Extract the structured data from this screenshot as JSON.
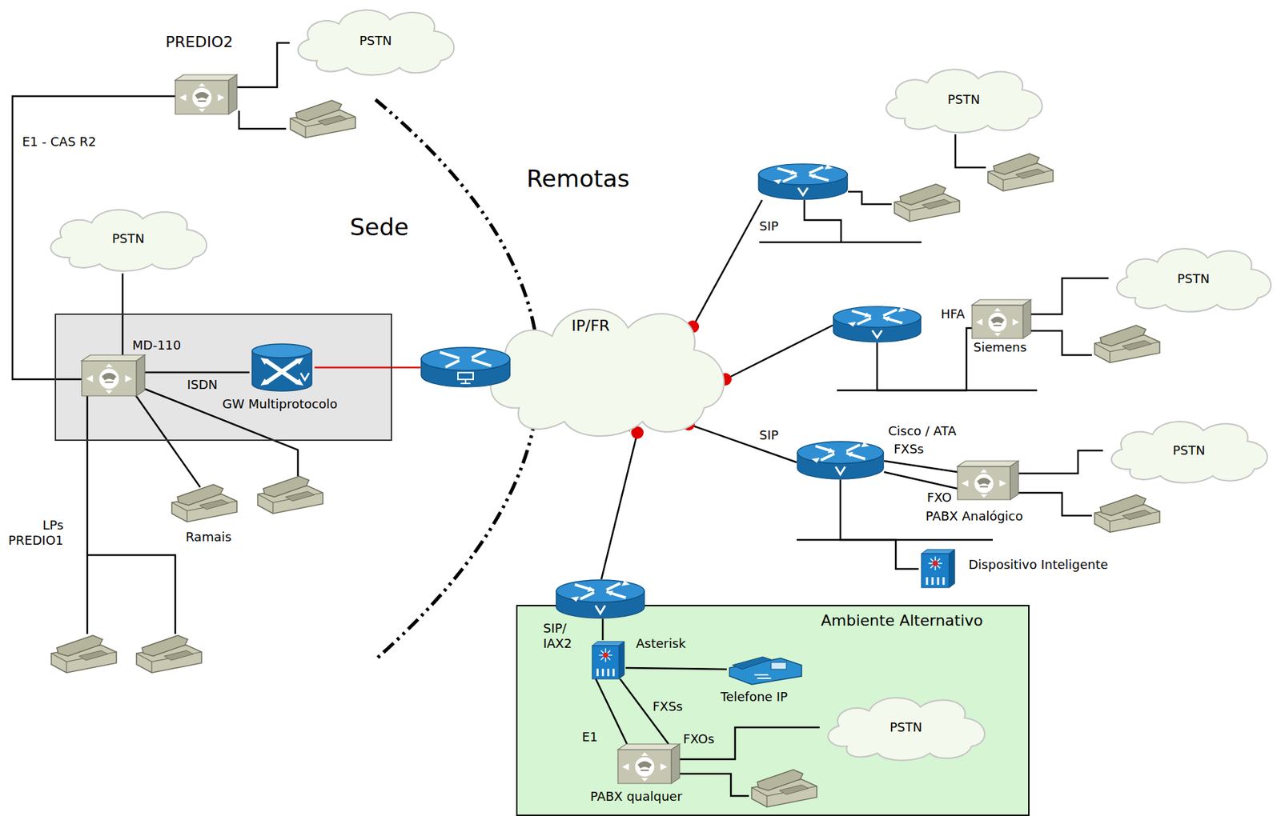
{
  "diagram": {
    "nodes": [
      {
        "text": [
          "PREDIO2"
        ]
      },
      {
        "text": [
          "PSTN"
        ]
      },
      {
        "text": [
          "PSTN"
        ]
      },
      {
        "text": []
      },
      {
        "text": [
          "MD-110"
        ],
        "in": 3
      },
      {
        "text": [
          "GW Multiprotocolo"
        ],
        "in": 3
      },
      {
        "text": [
          "IP/FR"
        ]
      },
      {
        "text": []
      },
      {
        "text": []
      },
      {
        "text": [
          "PSTN"
        ]
      },
      {
        "text": []
      },
      {
        "text": [
          "HFA",
          "Siemens"
        ]
      },
      {
        "text": [
          "PSTN"
        ]
      },
      {
        "text": [
          "Cisco / ATA"
        ]
      },
      {
        "text": [
          "PABX Analógico"
        ]
      },
      {
        "text": [
          "PSTN"
        ]
      },
      {
        "text": [
          "Dispositivo Inteligente"
        ]
      },
      {
        "text": [
          "Ambiente Alternativo"
        ]
      },
      {
        "text": []
      },
      {
        "text": [
          "Asterisk"
        ],
        "in": 17
      },
      {
        "text": [
          "Telefone IP"
        ],
        "in": 17
      },
      {
        "text": [
          "PABX qualquer"
        ],
        "in": 17
      },
      {
        "text": [
          "PSTN"
        ],
        "in": 17
      }
    ],
    "edges": [
      {
        "from": 0,
        "to": 1,
        "arrow": "none"
      },
      {
        "from": 0,
        "to": 4,
        "label": "E1 - CAS R2",
        "arrow": "none"
      },
      {
        "from": 2,
        "to": 4,
        "arrow": "none"
      },
      {
        "from": 4,
        "to": 5,
        "label": "ISDN",
        "arrow": "none"
      },
      {
        "from": 5,
        "to": 7,
        "arrow": "none"
      },
      {
        "from": 7,
        "to": 8,
        "label": "SIP",
        "arrow": "none"
      },
      {
        "from": 7,
        "to": 10,
        "arrow": "none"
      },
      {
        "from": 7,
        "to": 13,
        "label": "SIP",
        "arrow": "none"
      },
      {
        "from": 7,
        "to": 18,
        "arrow": "none"
      },
      {
        "from": 10,
        "to": 11,
        "arrow": "none"
      },
      {
        "from": 11,
        "to": 12,
        "arrow": "none"
      },
      {
        "from": 13,
        "to": 14,
        "label": "FXSs",
        "arrow": "none"
      },
      {
        "from": 13,
        "to": 14,
        "label": "FXO",
        "arrow": "none"
      },
      {
        "from": 14,
        "to": 15,
        "arrow": "none"
      },
      {
        "from": 13,
        "to": 16,
        "arrow": "none"
      },
      {
        "from": 18,
        "to": 19,
        "label": "SIP/ IAX2",
        "arrow": "none"
      },
      {
        "from": 19,
        "to": 20,
        "arrow": "none"
      },
      {
        "from": 19,
        "to": 21,
        "label": "E1",
        "arrow": "none"
      },
      {
        "from": 19,
        "to": 21,
        "label": "FXSs",
        "arrow": "none"
      },
      {
        "from": 21,
        "to": 22,
        "arrow": "none"
      }
    ],
    "labels": [
      "Sede",
      "Remotas",
      "Ramais",
      "LPs PREDIO1",
      "FXOs"
    ]
  }
}
